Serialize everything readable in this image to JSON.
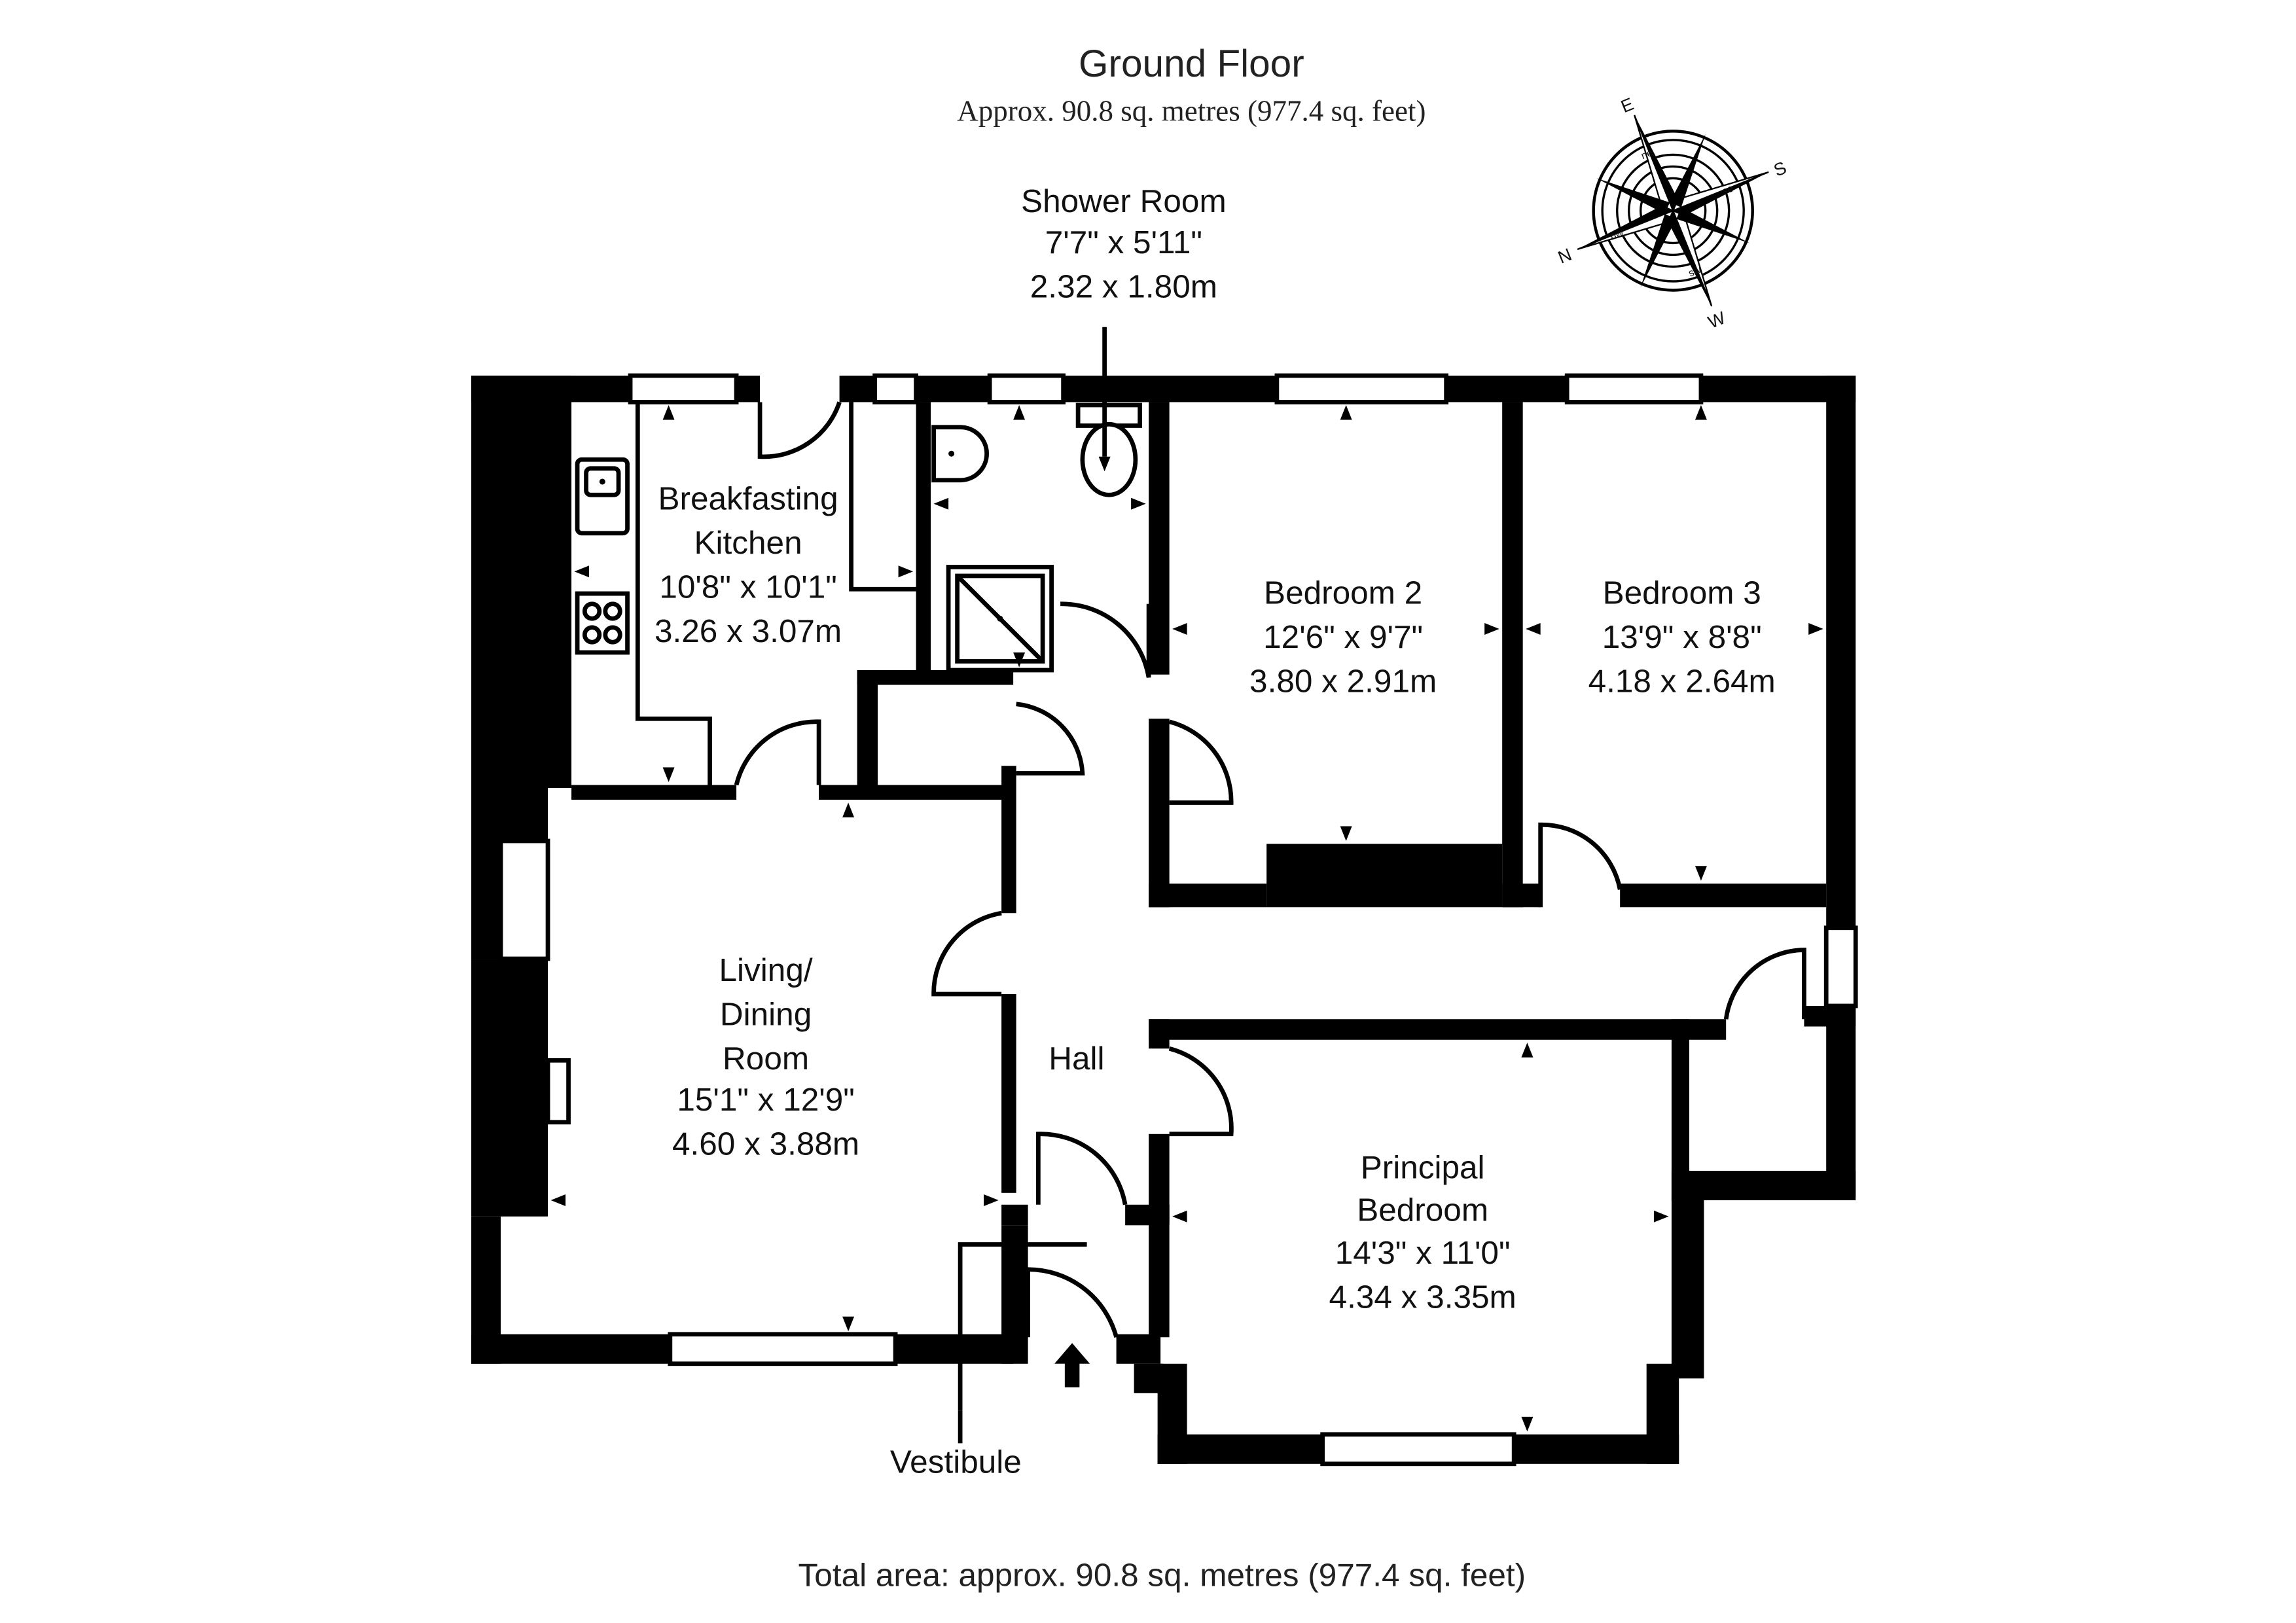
{
  "header": {
    "title": "Ground Floor",
    "subtitle": "Approx. 90.8 sq. metres (977.4 sq. feet)"
  },
  "compass": {
    "letters": [
      "E",
      "S",
      "W",
      "N"
    ],
    "inner_letters": [
      "ne",
      "se",
      "sw",
      "nw"
    ]
  },
  "rooms": {
    "shower_room": {
      "name": "Shower Room",
      "imperial": "7'7\" x 5'11\"",
      "metric": "2.32 x 1.80m"
    },
    "kitchen": {
      "name_line1": "Breakfasting",
      "name_line2": "Kitchen",
      "imperial": "10'8\" x 10'1\"",
      "metric": "3.26 x 3.07m"
    },
    "bedroom2": {
      "name": "Bedroom 2",
      "imperial": "12'6\" x 9'7\"",
      "metric": "3.80 x 2.91m"
    },
    "bedroom3": {
      "name": "Bedroom 3",
      "imperial": "13'9\" x 8'8\"",
      "metric": "4.18 x 2.64m"
    },
    "living": {
      "name_line1": "Living/",
      "name_line2": "Dining",
      "name_line3": "Room",
      "imperial": "15'1\" x 12'9\"",
      "metric": "4.60 x 3.88m"
    },
    "hall": {
      "name": "Hall"
    },
    "principal": {
      "name_line1": "Principal",
      "name_line2": "Bedroom",
      "imperial": "14'3\" x 11'0\"",
      "metric": "4.34 x 3.35m"
    },
    "vestibule": {
      "name": "Vestibule"
    }
  },
  "footer": {
    "total_area": "Total area: approx. 90.8 sq. metres (977.4 sq. feet)"
  }
}
